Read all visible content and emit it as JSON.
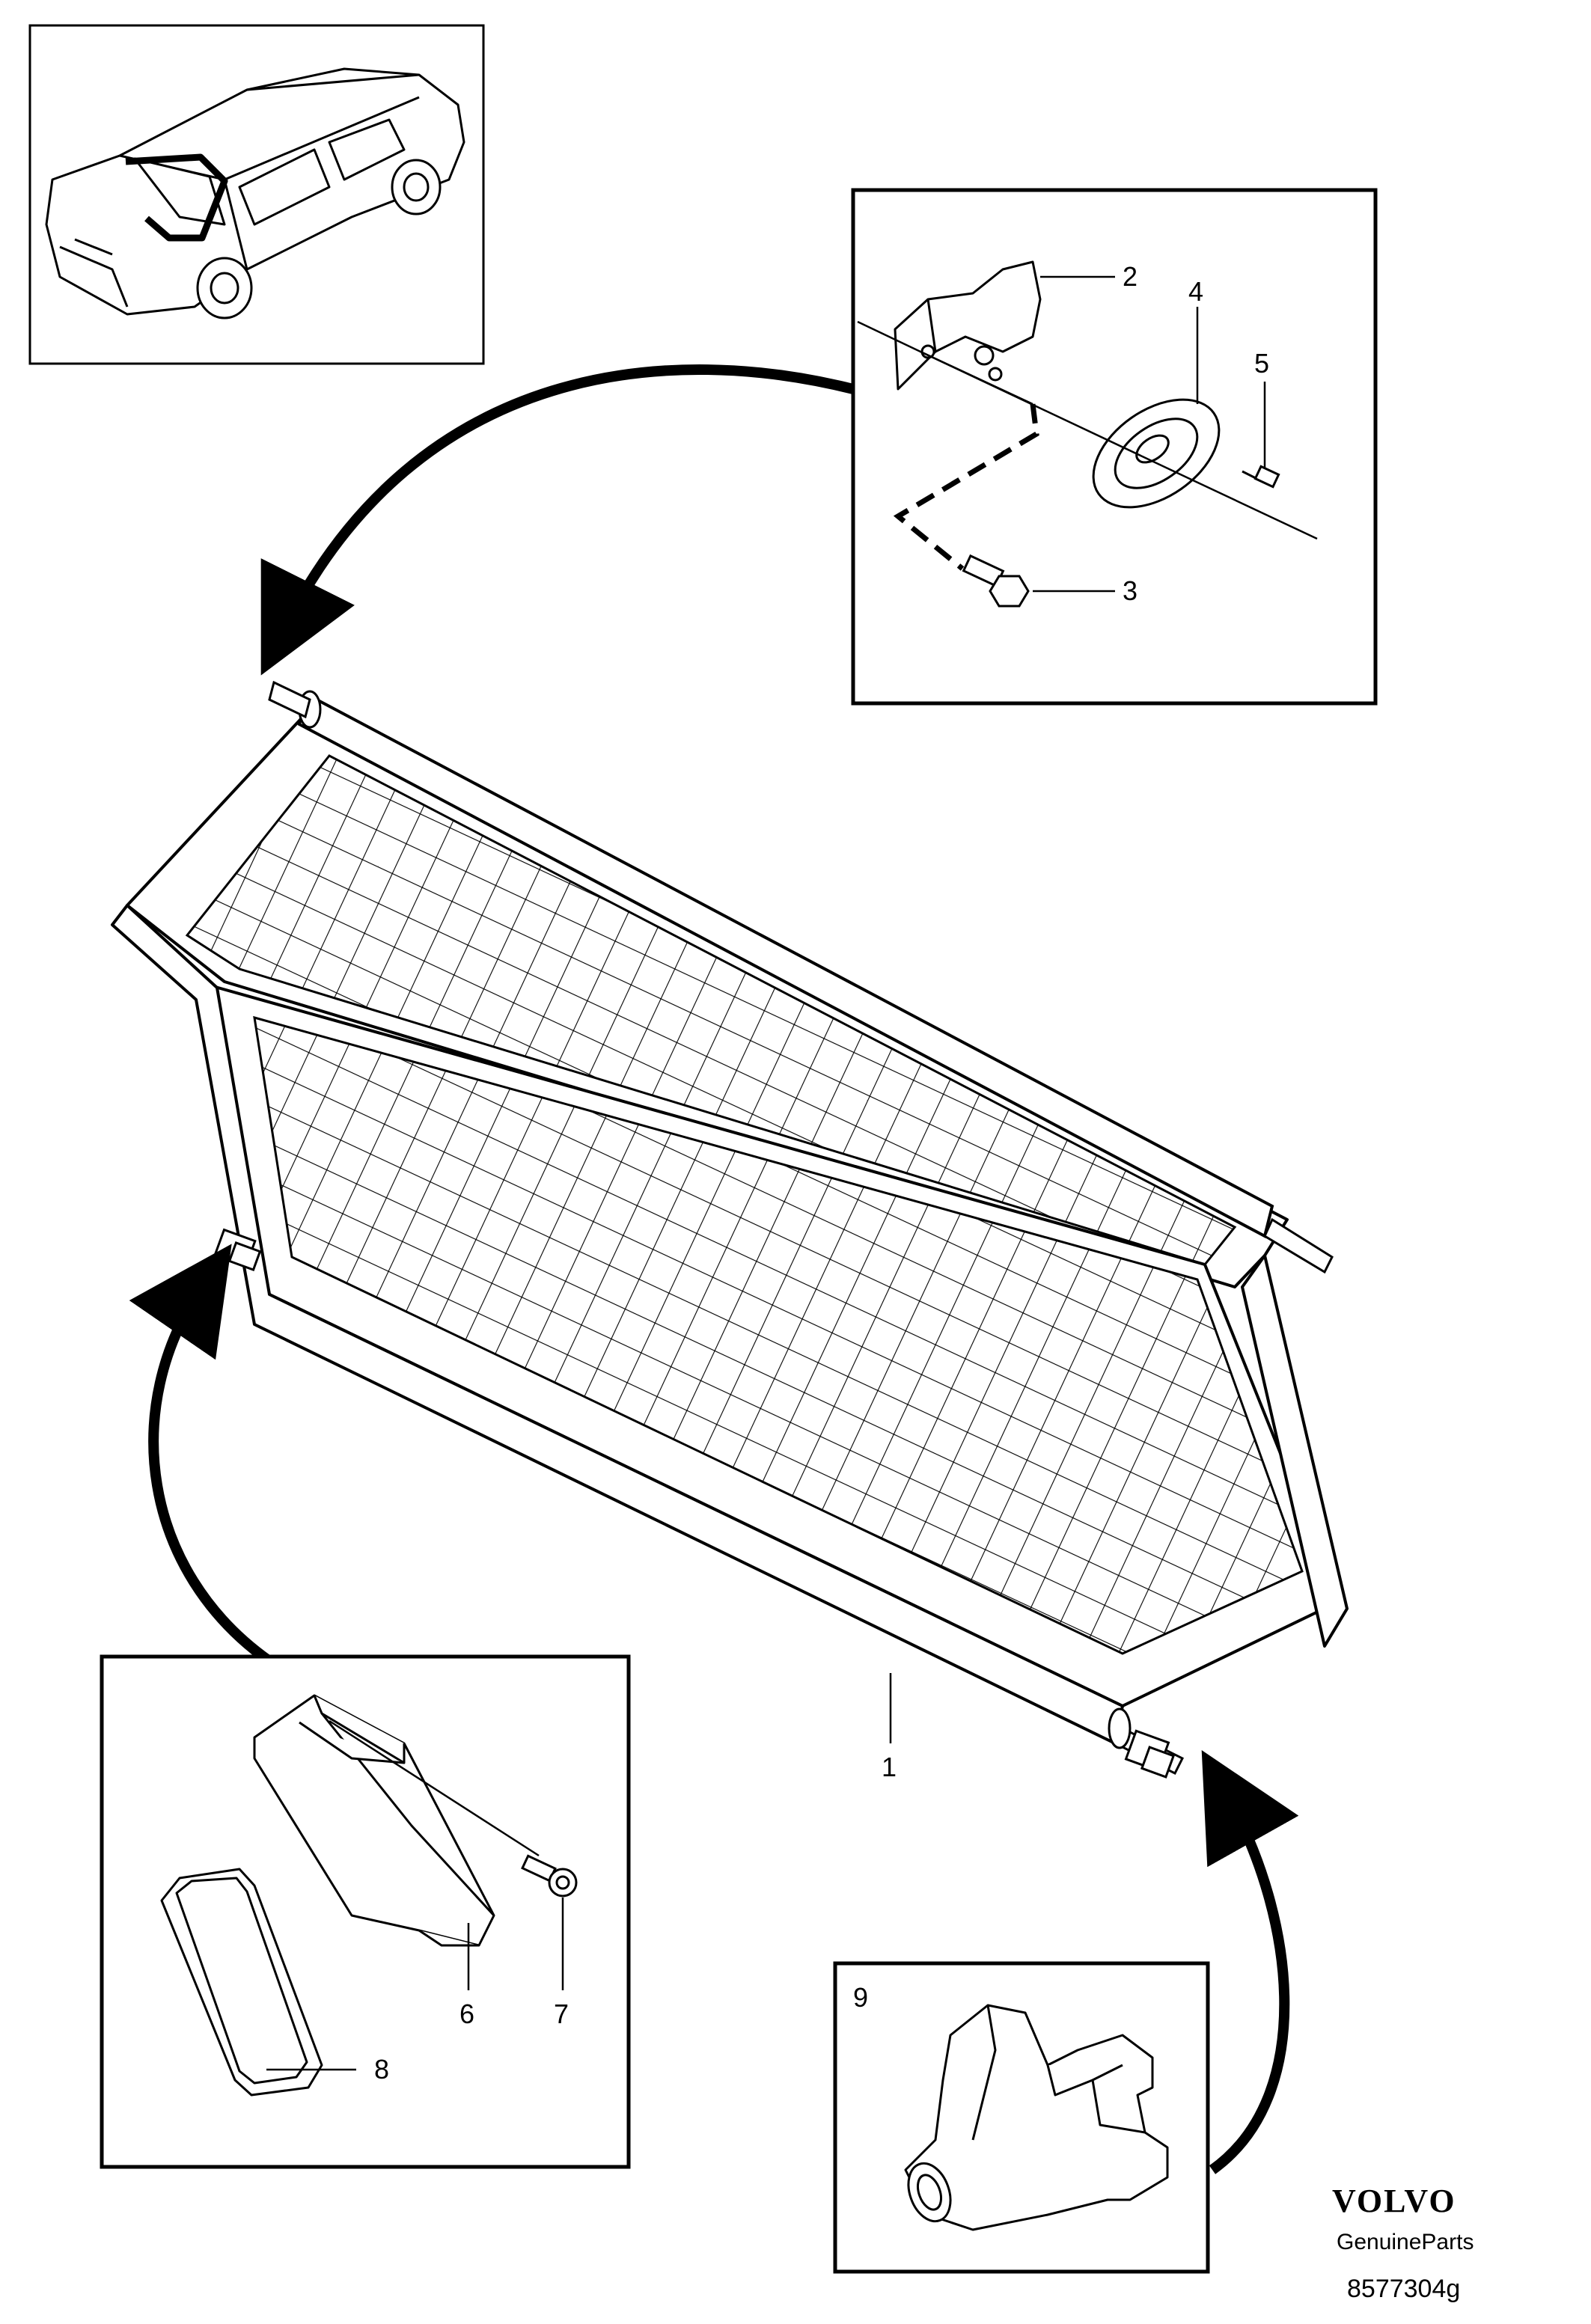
{
  "callouts": {
    "c1": "1",
    "c2": "2",
    "c3": "3",
    "c4": "4",
    "c5": "5",
    "c6": "6",
    "c7": "7",
    "c8": "8",
    "c9": "9"
  },
  "brand": {
    "logo": "VOLVO",
    "subtitle": "GenuineParts",
    "code": "8577304g"
  }
}
